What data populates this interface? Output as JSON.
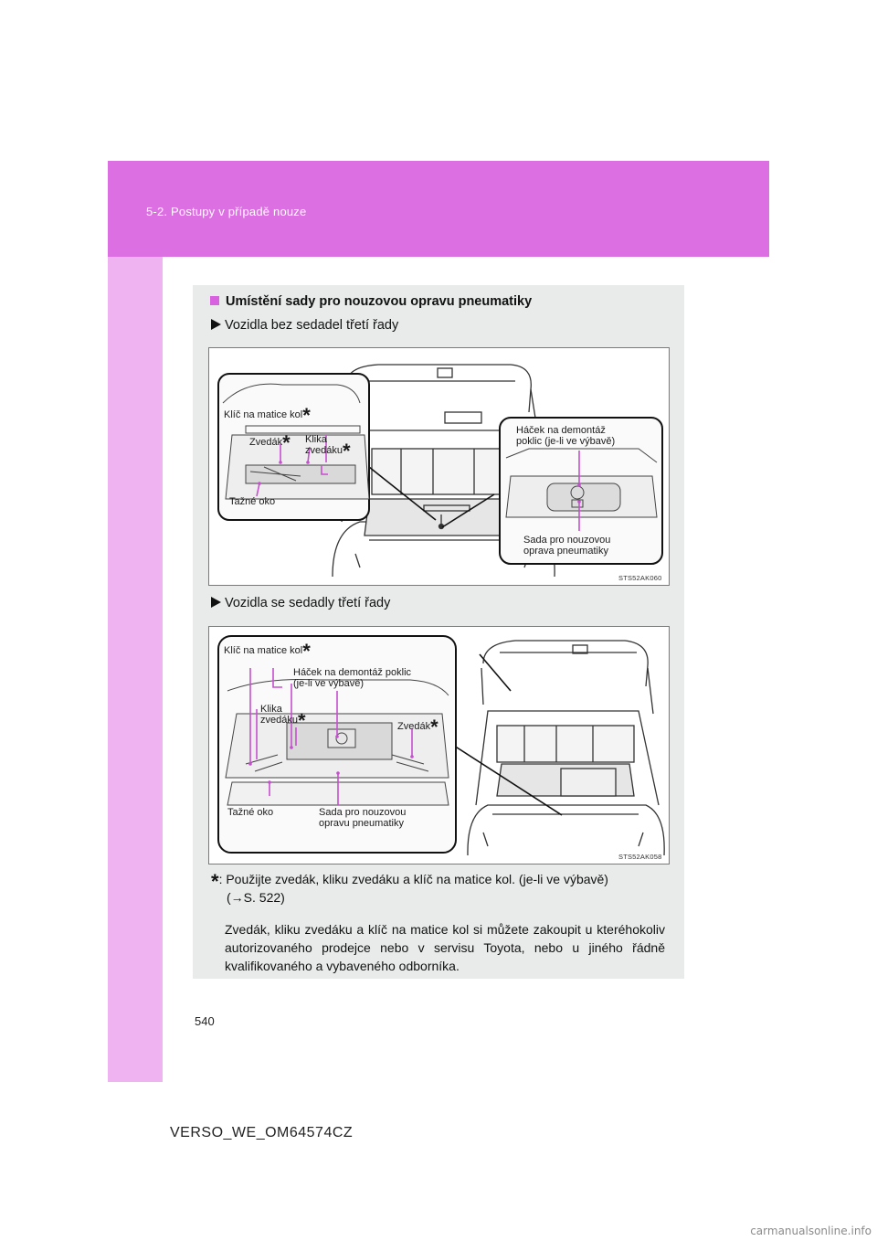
{
  "header": {
    "section": "5-2. Postupy v případě nouze",
    "band_color": "#dc6fe2",
    "strip_color": "#efb3f1"
  },
  "section": {
    "title": "Umístění sady pro nouzovou opravu pneumatiky",
    "marker_color": "#d761de",
    "figures": [
      {
        "subheading": "Vozidla bez sedadel třetí řady",
        "code": "STS52AK060",
        "labels": {
          "wheel_nut_wrench": "Klíč na matice kol",
          "jack": "Zvedák",
          "jack_handle": "Klika\nzvedáku",
          "towing_eye": "Tažné oko",
          "hubcap_hook": "Háček na demontáž\npoklic (je-li ve výbavě)",
          "repair_kit": "Sada pro nouzovou\noprava pneumatiky"
        }
      },
      {
        "subheading": "Vozidla se sedadly třetí řady",
        "code": "STS52AK058",
        "labels": {
          "wheel_nut_wrench": "Klíč na matice kol",
          "hubcap_hook": "Háček na demontáž poklic\n(je-li ve výbavě)",
          "jack_handle": "Klika\nzvedáku",
          "jack": "Zvedák",
          "towing_eye": "Tažné oko",
          "repair_kit": "Sada pro nouzovou\nopravu pneumatiky"
        }
      }
    ],
    "footnote": {
      "star": "*",
      "text": ": Použijte zvedák, kliku zvedáku a klíč na matice kol. (je-li ve výbavě)",
      "ref": "(→S. 522)",
      "paragraph": "Zvedák, kliku zvedáku a klíč na matice kol si můžete zakoupit u kteréhokoliv autorizovaného prodejce nebo v servisu Toyota, nebo u jiného řádně kvalifikovaného a vybaveného odborníka."
    }
  },
  "page_number": "540",
  "doc_code": "VERSO_WE_OM64574CZ",
  "watermark": "carmanualsonline.info"
}
